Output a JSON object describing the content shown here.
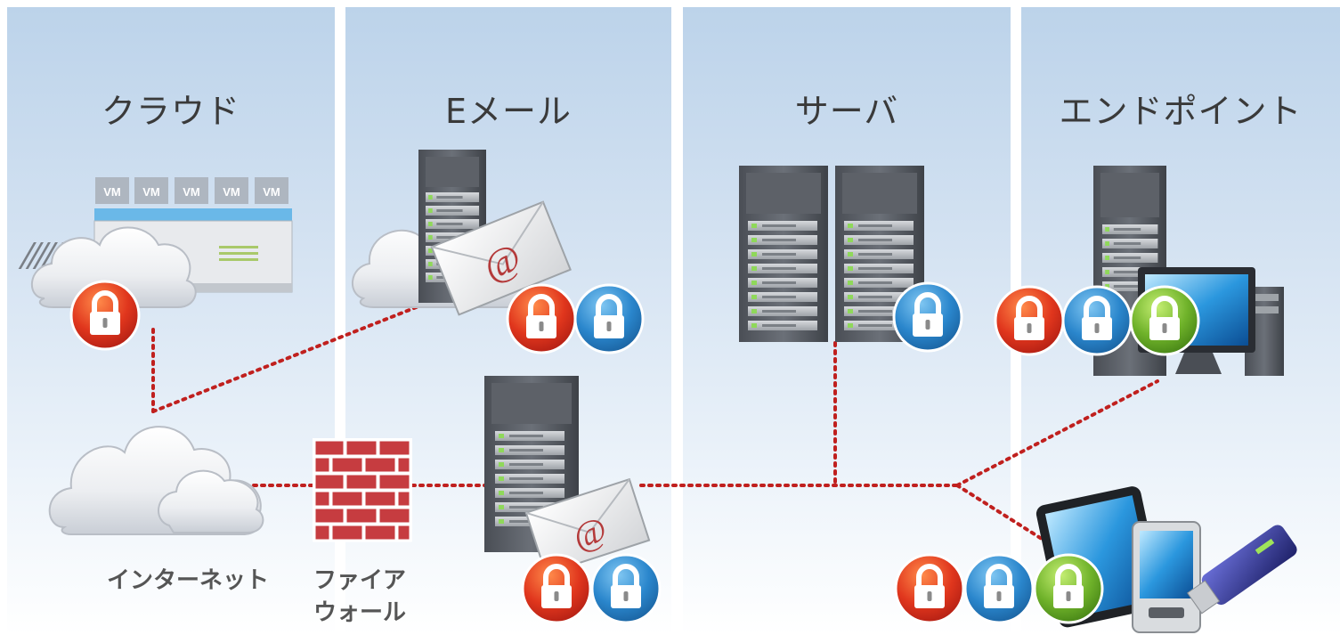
{
  "columns": [
    {
      "id": "cloud",
      "title": "クラウド"
    },
    {
      "id": "email",
      "title": "Eメール"
    },
    {
      "id": "server",
      "title": "サーバ"
    },
    {
      "id": "endpoint",
      "title": "エンドポイント"
    }
  ],
  "labels": {
    "internet": "インターネット",
    "firewall_line1": "ファイア",
    "firewall_line2": "ウォール"
  },
  "vm_label": "VM",
  "mail_symbol": "@",
  "colors": {
    "red_lock": "#d62a1e",
    "blue_lock": "#2a86cc",
    "green_lock": "#6fb22a",
    "connector": "#c0201e",
    "firewall_brick": "#c63c40"
  }
}
